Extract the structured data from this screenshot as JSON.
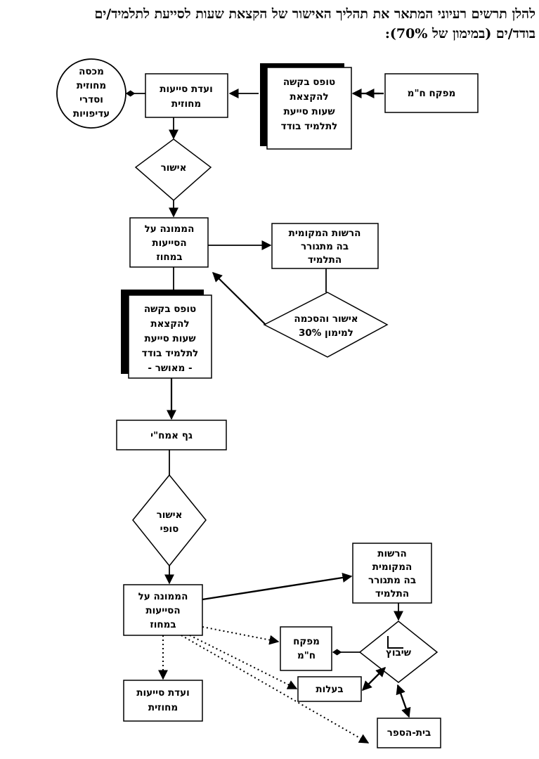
{
  "title": {
    "line1": "להלן תרשים רעיוני המתאר את תהליך האישור של הקצאת שעות לסייעת לתלמיד/ים",
    "line2": "בודד/ים (במימון של 70%):"
  },
  "nodes": {
    "supervisor_top": "מפקח ח\"מ",
    "request_form": [
      "טופס בקשה",
      "להקצאת",
      "שעות סייעת",
      "לתלמיד בודד"
    ],
    "district_committee": [
      "ועדת סייעות",
      "מחוזית"
    ],
    "quota_circle": [
      "מכסה",
      "מחוזית",
      "וסדרי",
      "עדיפויות"
    ],
    "approval_1": "אישור",
    "district_officer": [
      "הממונה על",
      "הסייעות",
      "במחוז"
    ],
    "local_authority": [
      "הרשות המקומית",
      "בה מתגורר",
      "התלמיד"
    ],
    "approval_30": [
      "אישור והסכמה",
      "למימון 30%"
    ],
    "approved_form": [
      "טופס בקשה",
      "להקצאת",
      "שעות סייעת",
      "לתלמיד בודד",
      "- מאושר -"
    ],
    "amah_body": "גף אמח\"י",
    "final_approval": [
      "אישור",
      "סופי"
    ],
    "district_officer_2": [
      "הממונה על",
      "הסייעות",
      "במחוז"
    ],
    "local_authority_2": [
      "הרשות",
      "המקומית",
      "בה מתגורר",
      "התלמיד"
    ],
    "placement": "שיבוץ",
    "supervisor_bottom": [
      "מפקח",
      "ח\"מ"
    ],
    "employers": "בעלות",
    "district_committee_2": [
      "ועדת סייעות",
      "מחוזית"
    ],
    "school": "בית-הספר"
  }
}
